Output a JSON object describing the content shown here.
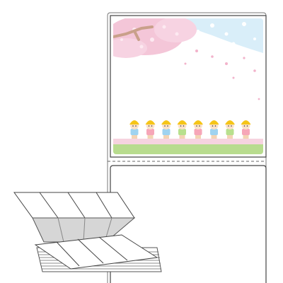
{
  "product": {
    "type": "fanfold-label-roll",
    "illustration": {
      "theme": "spring cherry blossoms with kindergarten children",
      "children_count": 8,
      "hat_color": "#f5c518",
      "sky_color": "#d9eef9",
      "blossom_color": "#f4c6d8",
      "branch_color": "#c9a08a",
      "grass_color": "#b8dc8e",
      "ground_color": "#f6d3df"
    },
    "frame_color": "#555555",
    "perforation_color": "#666666",
    "stack_label_color": "#ffffff",
    "stack_shadow_color": "#d6d6d6"
  }
}
